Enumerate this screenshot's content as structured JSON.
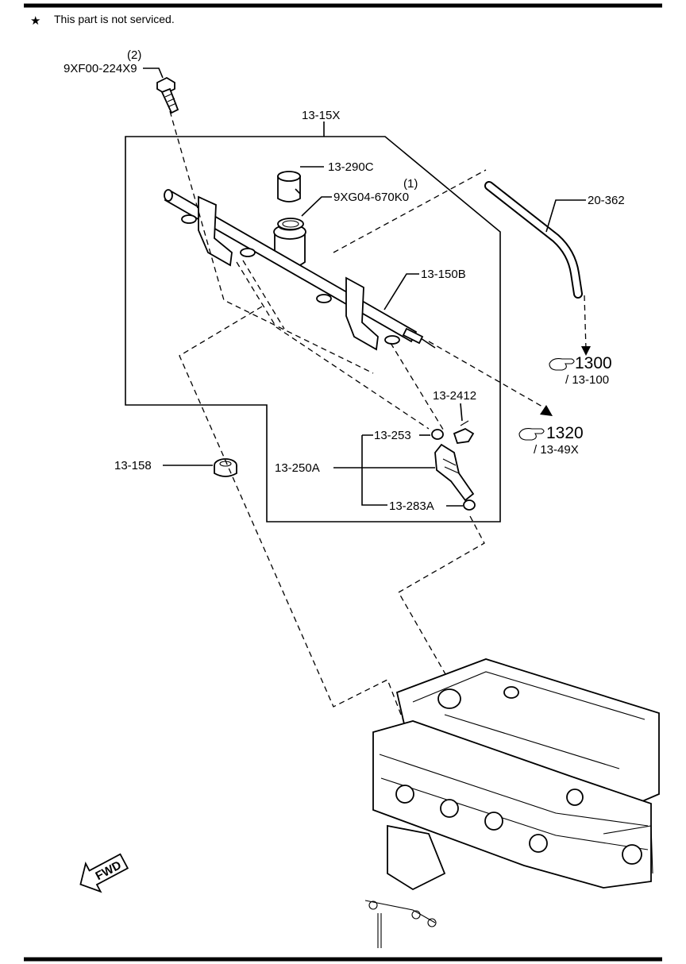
{
  "header": {
    "note_symbol": "★",
    "note_text": "This part is not serviced."
  },
  "labels": {
    "bolt_qty": "(2)",
    "bolt_code": "9XF00-224X9",
    "assembly": "13-15X",
    "regulator": "13-290C",
    "oring_qty": "(1)",
    "oring_code": "9XG04-670K0",
    "hose": "20-362",
    "rail": "13-150B",
    "ref1_num": "1300",
    "ref1_sub": "/ 13-100",
    "clip": "13-2412",
    "ref2_num": "1320",
    "ref2_sub": "/ 13-49X",
    "seal_upper": "13-253",
    "injector": "13-250A",
    "insulator": "13-158",
    "seal_lower": "13-283A"
  },
  "icons": {
    "reference": "pointing-hand-icon",
    "direction": "fwd-arrow-icon"
  },
  "fwd_text": "FWD",
  "colors": {
    "ink": "#000000",
    "paper": "#ffffff"
  }
}
